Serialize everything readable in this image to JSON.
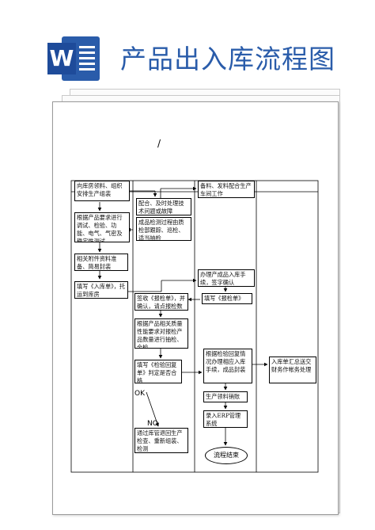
{
  "header": {
    "app_icon_letter": "W",
    "title": "产品出入库流程图"
  },
  "page": {
    "mark": "/"
  },
  "steps": {
    "s1": "向库房领料、组织安排生产组装",
    "s2": "根据产品要求进行调试、检验、功能、电气、气密及稳定性测试",
    "s3": "相关附件资料准备、简易封装",
    "s4": "填写《入库单》，托运到库房",
    "s5": "配合、及时处理技术问题或故障",
    "s6": "成品检测过程由质检部跟踪、巡检、适当抽检",
    "s7": "签收《报检单》，并确认，请点报检数量",
    "s8": "根据产品相关质量性能要求对报检产品数量进行抽检、全检",
    "s9": "填写《检验回复单》判定是否合格",
    "s10": "通过库管退回生产检查、重新组装、检测",
    "s11": "备料、发料配合生产车间工作",
    "s12": "办理产成品入库手续，签字确认",
    "s13": "填写《报检单》",
    "s14": "根据检验回复情况办理相应入库手续，成品封装",
    "s15": "生产领料销账",
    "s16": "录入ERP管理系统",
    "s17": "入库单汇总送交财务作帐务处理"
  },
  "labels": {
    "ok": "OK",
    "no": "NO"
  },
  "end": {
    "label": "流程结束"
  }
}
